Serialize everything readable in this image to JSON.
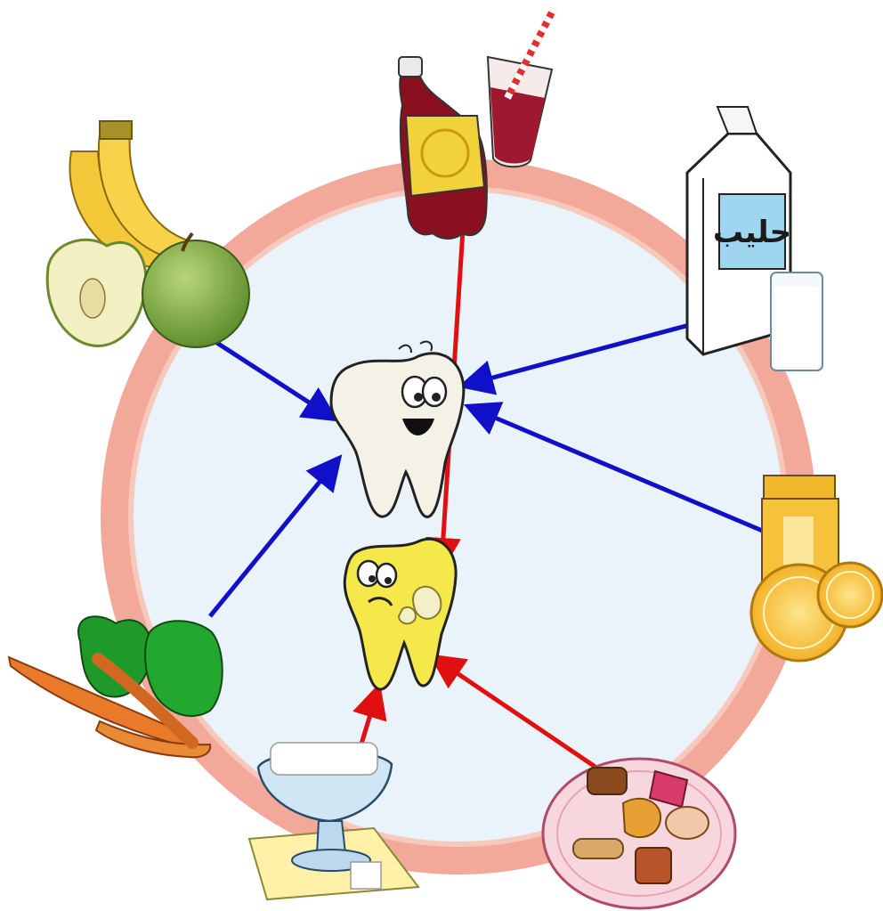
{
  "milk_carton": {
    "label": "حليب"
  },
  "foods": {
    "healthy": [
      "fruit",
      "milk",
      "orange-juice",
      "vegetables"
    ],
    "harmful": [
      "soda",
      "sugar",
      "sweets"
    ]
  },
  "colors": {
    "healthy_arrow": "#1010c8",
    "harmful_arrow": "#e01010",
    "ring": "#f2a99a",
    "ring_fill": "#eaf3fa",
    "healthy_tooth": "#f4f2e6",
    "decayed_tooth": "#f5e84a"
  }
}
